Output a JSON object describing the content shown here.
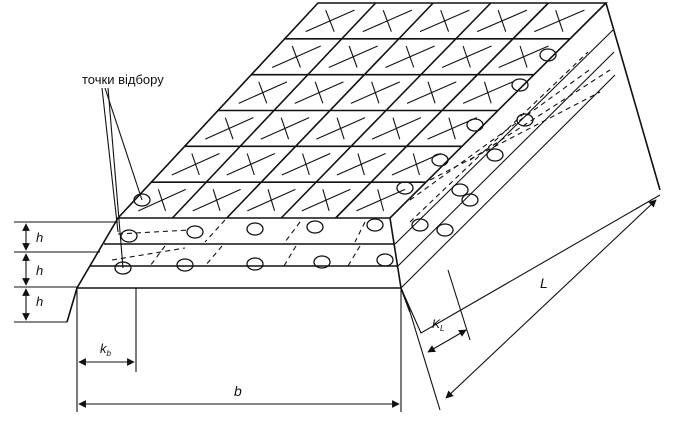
{
  "labels": {
    "sampling_points": "точки відбору",
    "layer_height": "h",
    "length": "L",
    "width": "b",
    "step_width": "k",
    "step_width_sub": "b",
    "step_length": "K",
    "step_length_sub": "L"
  }
}
